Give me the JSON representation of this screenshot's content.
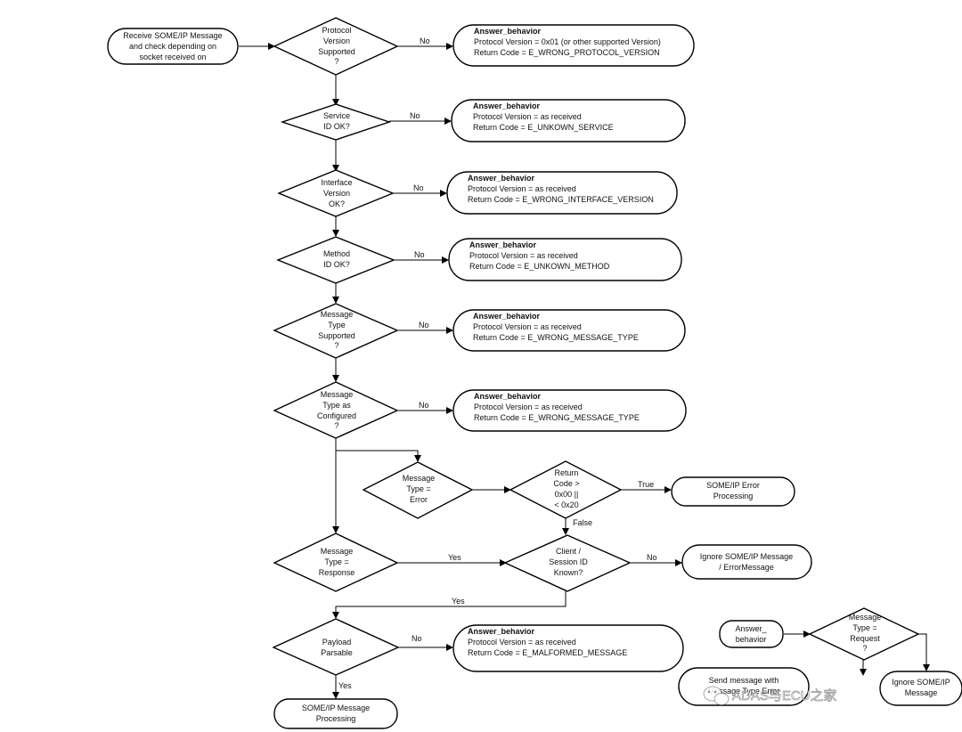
{
  "start": [
    "Receive SOME/IP Message",
    "and check depending on",
    "socket received on"
  ],
  "decisions": {
    "protocol": [
      "Protocol",
      "Version",
      "Supported",
      "?"
    ],
    "service": [
      "Service",
      "ID OK?"
    ],
    "interface": [
      "Interface",
      "Version",
      "OK?"
    ],
    "method": [
      "Method",
      "ID OK?"
    ],
    "msgtype_supported": [
      "Message",
      "Type",
      "Supported",
      "?"
    ],
    "msgtype_configured": [
      "Message",
      "Type as",
      "Configured",
      "?"
    ],
    "msgtype_error": [
      "Message",
      "Type =",
      "Error"
    ],
    "return_code": [
      "Return",
      "Code >",
      "0x00 ||",
      "< 0x20"
    ],
    "msgtype_response": [
      "Message",
      "Type =",
      "Response"
    ],
    "client_session": [
      "Client /",
      "Session ID",
      "Known?"
    ],
    "payload": [
      "Payload",
      "Parsable"
    ],
    "msgtype_request": [
      "Message",
      "Type =",
      "Request",
      "?"
    ]
  },
  "answers": {
    "title": "Answer_behavior",
    "protocol": [
      "Protocol Version = 0x01 (or other supported Version)",
      "Return Code = E_WRONG_PROTOCOL_VERSION"
    ],
    "service": [
      "Protocol Version = as received",
      "Return Code = E_UNKOWN_SERVICE"
    ],
    "interface": [
      "Protocol Version = as received",
      "Return Code = E_WRONG_INTERFACE_VERSION"
    ],
    "method": [
      "Protocol Version = as received",
      "Return Code = E_UNKOWN_METHOD"
    ],
    "msgtype_supported": [
      "Protocol Version = as received",
      "Return Code = E_WRONG_MESSAGE_TYPE"
    ],
    "msgtype_configured": [
      "Protocol Version = as received",
      "Return Code = E_WRONG_MESSAGE_TYPE"
    ],
    "payload": [
      "Protocol Version = as received",
      "Return Code = E_MALFORMED_MESSAGE"
    ]
  },
  "terminals": {
    "error_processing": [
      "SOME/IP Error",
      "Processing"
    ],
    "ignore_error": [
      "Ignore SOME/IP Message",
      "/ ErrorMessage"
    ],
    "message_processing": [
      "SOME/IP Message",
      "Processing"
    ],
    "answer_behavior": [
      "Answer_",
      "behavior"
    ],
    "send_message": [
      "Send message with",
      "Message Type Error"
    ],
    "ignore_message": [
      "Ignore SOME/IP",
      "Message"
    ]
  },
  "labels": {
    "no": "No",
    "yes": "Yes",
    "true": "True",
    "false": "False"
  },
  "watermark": "ADAS与ECU之家"
}
